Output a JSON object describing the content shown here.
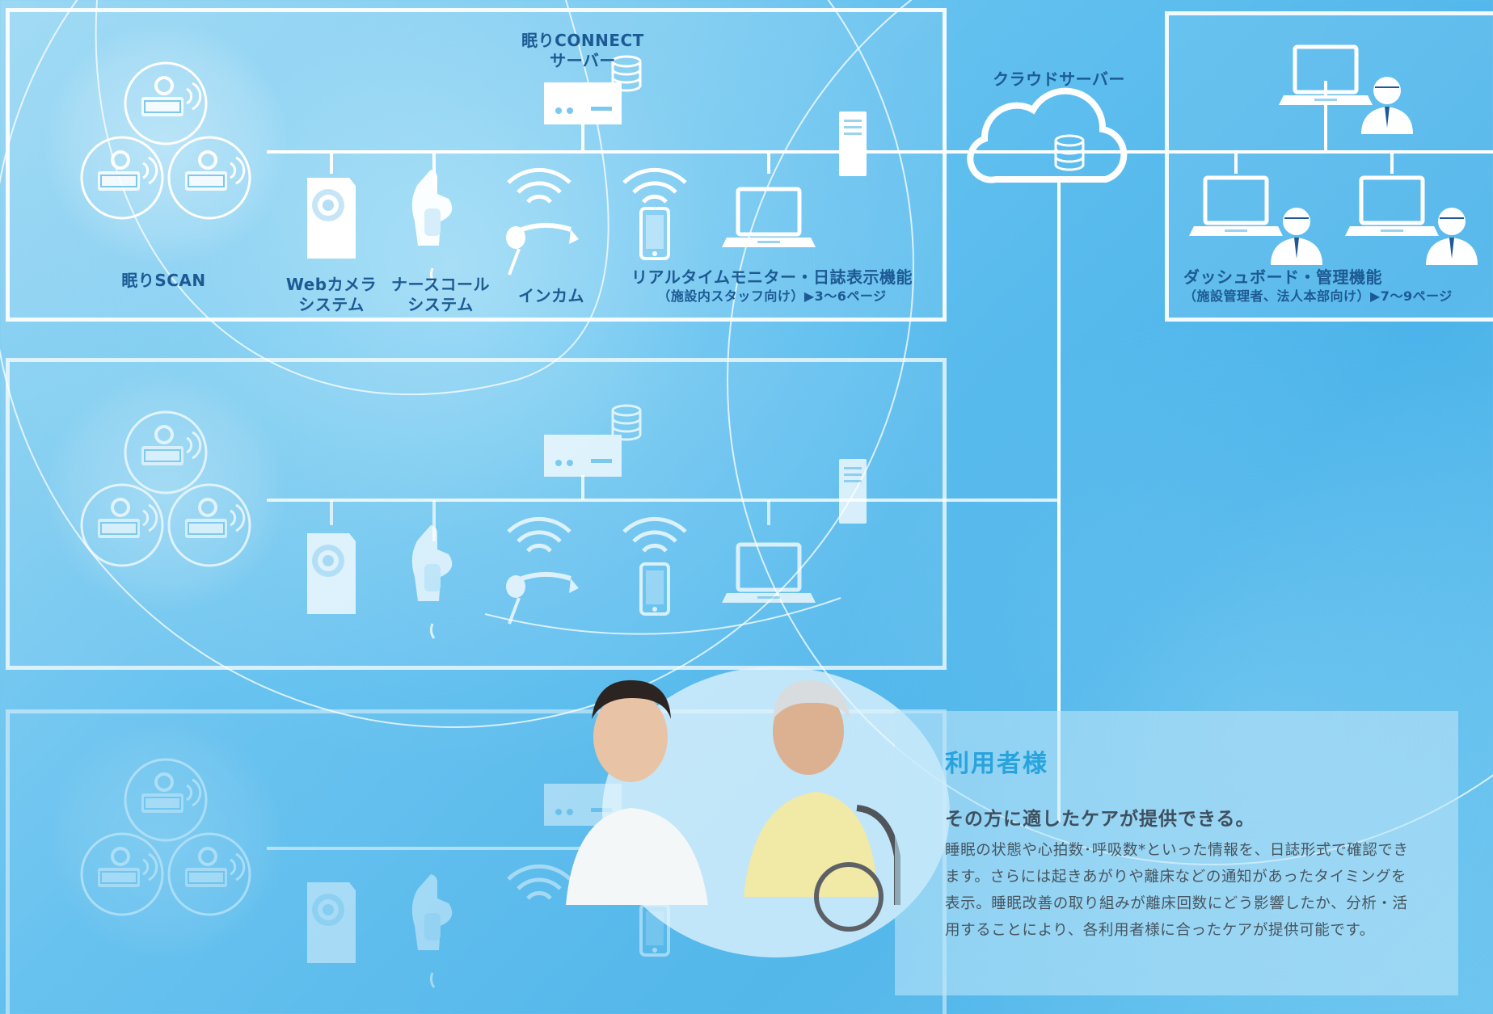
{
  "network": {
    "server_label_line1": "眠りCONNECT",
    "server_label_line2": "サーバー",
    "cloud_label": "クラウドサーバー",
    "scan_label": "眠りSCAN",
    "webcam_label_line1": "Webカメラ",
    "webcam_label_line2": "システム",
    "nursecall_label_line1": "ナースコール",
    "nursecall_label_line2": "システム",
    "intercom_label": "インカム",
    "monitor_label_line1": "リアルタイムモニター・日誌表示機能",
    "monitor_label_line2": "（施設内スタッフ向け）▶3～6ページ",
    "dashboard_label_line1": "ダッシュボード・管理機能",
    "dashboard_label_line2": "（施設管理者、法人本部向け）▶7～9ページ"
  },
  "user_card": {
    "title": "利用者様",
    "subtitle": "その方に適したケアが提供できる。",
    "body": "睡眠の状態や心拍数･呼吸数*といった情報を、日誌形式で確認できます。さらには起きあがりや離床などの通知があったタイミングを表示。睡眠改善の取り組みが離床回数にどう影響したか、分析・活用することにより、各利用者様に合ったケアが提供可能です。"
  },
  "colors": {
    "label": "#1d5a93",
    "card_title": "#29a3dd",
    "line": "#ffffff"
  },
  "icons": [
    "bed-sensor-icon",
    "server-icon",
    "database-icon",
    "pc-tower-icon",
    "webcam-icon",
    "nursecall-hand-icon",
    "wifi-icon",
    "headset-icon",
    "smartphone-icon",
    "laptop-icon",
    "cloud-icon",
    "person-icon"
  ]
}
